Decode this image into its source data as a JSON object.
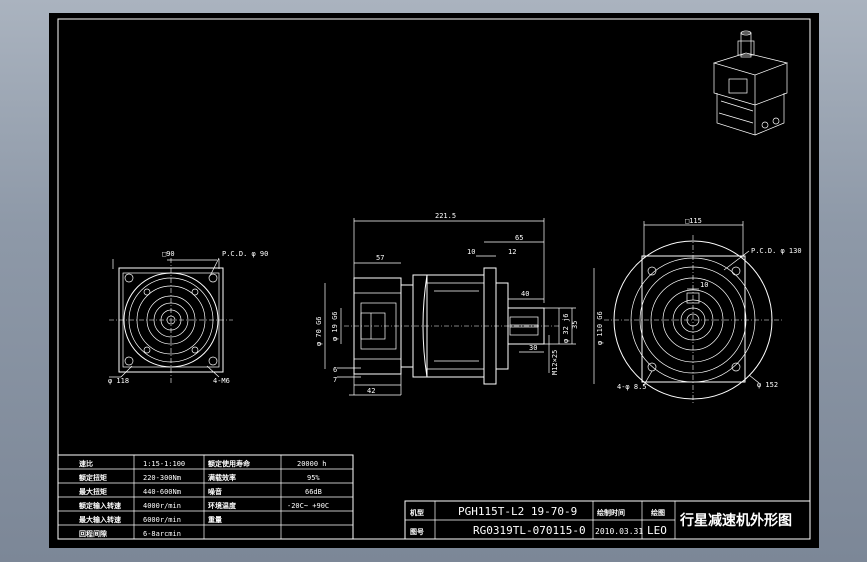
{
  "dimensions": {
    "flange_left": "□90",
    "pcd_left": "P.C.D. φ 90",
    "dia_118": "φ 118",
    "holes_left": "4-M6",
    "overall_length": "221.5",
    "len_57": "57",
    "len_65": "65",
    "len_10": "10",
    "len_12": "12",
    "len_40": "40",
    "len_30": "30",
    "len_42": "42",
    "len_6": "6",
    "len_7": "7",
    "dia_70": "φ 70 G6",
    "dia_19": "φ 19 G6",
    "dia_110": "φ 110 G6",
    "dia_32": "φ 32 j6",
    "len_35": "35",
    "key_m": "M12×25",
    "flange_right": "□115",
    "pcd_right": "P.C.D. φ 130",
    "dia_152": "φ 152",
    "holes_right": "4-φ 8.5",
    "len_10b": "10"
  },
  "spec_table": {
    "rows": [
      {
        "label1": "速比",
        "value1": "1:15-1:100",
        "label2": "额定使用寿命",
        "value2": "20000 h"
      },
      {
        "label1": "额定扭矩",
        "value1": "220-300Nm",
        "label2": "满载效率",
        "value2": "95%"
      },
      {
        "label1": "最大扭矩",
        "value1": "440-600Nm",
        "label2": "噪音",
        "value2": "66dB"
      },
      {
        "label1": "额定输入转速",
        "value1": "4000r/min",
        "label2": "环境温度",
        "value2": "-20C~ +90C"
      },
      {
        "label1": "最大输入转速",
        "value1": "6000r/min",
        "label2": "重量",
        "value2": ""
      },
      {
        "label1": "回程间隙",
        "value1": "6-8arcmin",
        "label2": "",
        "value2": ""
      }
    ]
  },
  "title_block": {
    "model_label": "机型",
    "model_value": "PGH115T-L2 19-70-9",
    "drawing_label": "图号",
    "drawing_value": "RG0319TL-070115-0",
    "date_label": "绘制时间",
    "date_value": "2010.03.31",
    "drawer_label": "绘图",
    "drawer_value": "LEO",
    "title": "行星减速机外形图"
  }
}
